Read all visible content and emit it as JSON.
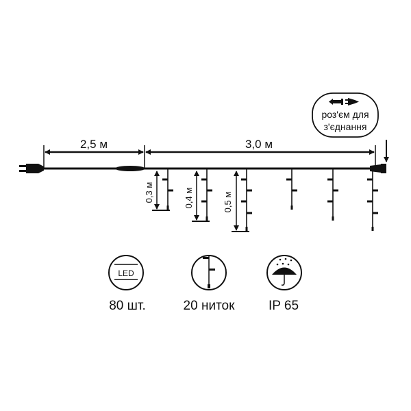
{
  "dimensions": {
    "lead_cable": "2,5 м",
    "light_section": "3,0 м",
    "strand_short": "0,3 м",
    "strand_medium": "0,4 м",
    "strand_long": "0,5 м"
  },
  "connector_callout": {
    "line1": "роз'єм для",
    "line2": "з'єднання"
  },
  "specs": [
    {
      "icon": "led-icon",
      "icon_text": "LED",
      "label": "80 шт."
    },
    {
      "icon": "strand-icon",
      "label": "20 ниток"
    },
    {
      "icon": "umbrella-rain-icon",
      "label": "IP 65"
    }
  ],
  "colors": {
    "ink": "#111111",
    "background": "#ffffff"
  }
}
